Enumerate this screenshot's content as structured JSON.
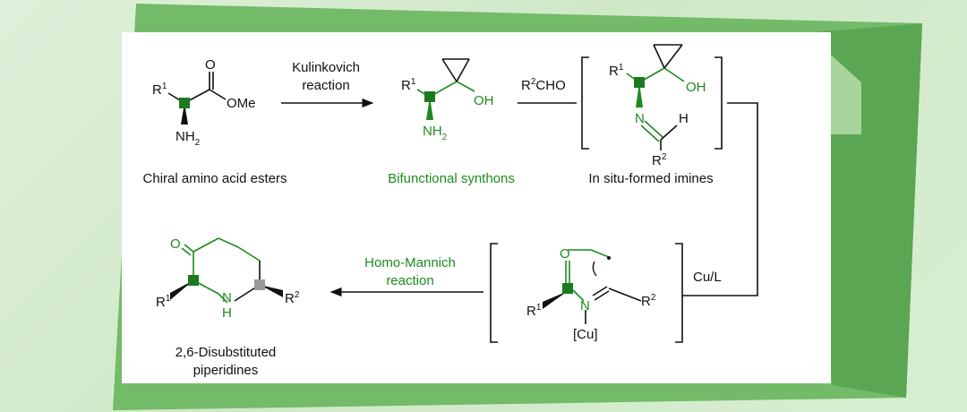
{
  "colors": {
    "green": "#1e8a1e",
    "dark_green_square": "#1d7a1d",
    "gray_square": "#9a9a9a",
    "black": "#111111",
    "frame_green": "#6fb865"
  },
  "chart_data": {
    "type": "diagram",
    "steps": {
      "step1_reagent": [
        "Kulinkovich",
        "reaction"
      ],
      "step2_reagent": "R2CHO",
      "step3_reagent": "Cu/L",
      "step4_reagent": [
        "Homo-Mannich",
        "reaction"
      ]
    },
    "compounds": {
      "amino_ester": {
        "caption": "Chiral amino acid esters",
        "labels": {
          "r1": "R",
          "r1_sup": "1",
          "o": "O",
          "ome": "OMe",
          "nh": "NH",
          "nh_sub": "2"
        }
      },
      "synthon": {
        "caption": "Bifunctional synthons",
        "labels": {
          "r1": "R",
          "r1_sup": "1",
          "oh": "OH",
          "nh": "NH",
          "nh_sub": "2"
        }
      },
      "imine": {
        "caption": "In situ-formed imines",
        "labels": {
          "r1": "R",
          "r1_sup": "1",
          "oh": "OH",
          "n": "N",
          "h": "H",
          "r2": "R",
          "r2_sup": "2"
        }
      },
      "radical": {
        "labels": {
          "o": "O",
          "r1": "R",
          "r1_sup": "1",
          "n": "N",
          "cu": "[Cu]",
          "r2": "R",
          "r2_sup": "2"
        }
      },
      "piperidine": {
        "caption": [
          "2,6-Disubstituted",
          "piperidines"
        ],
        "labels": {
          "o": "O",
          "r1": "R",
          "r1_sup": "1",
          "nh": "H",
          "n": "N",
          "r2": "R",
          "r2_sup": "2"
        }
      }
    }
  }
}
